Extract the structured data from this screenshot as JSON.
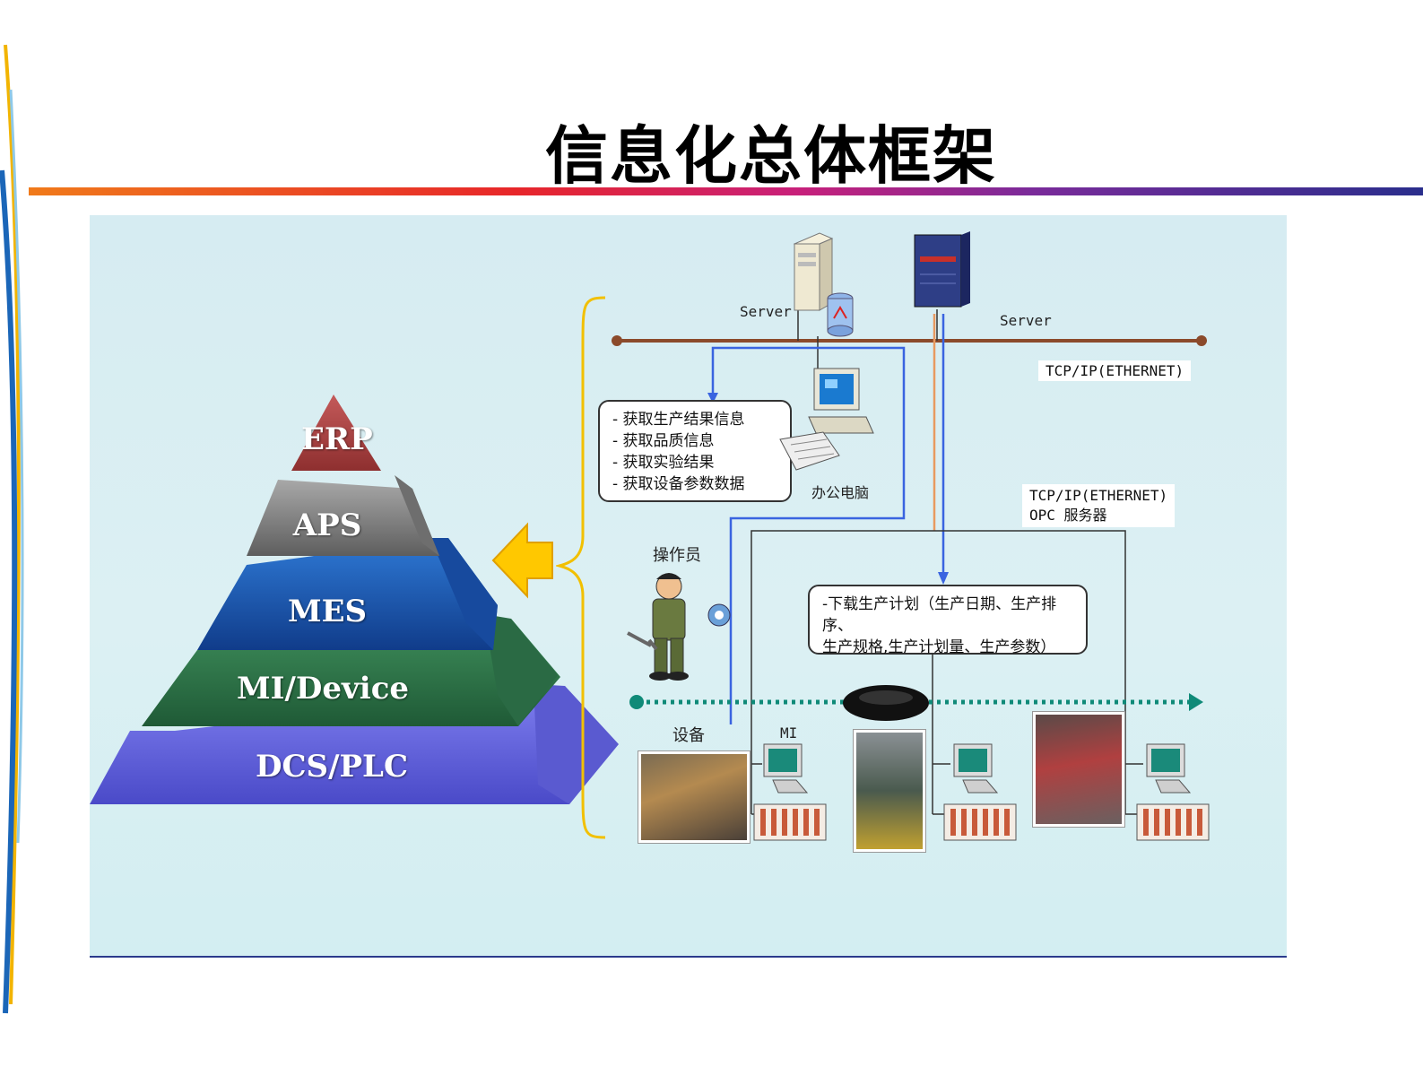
{
  "title": "信息化总体框架",
  "pyramid": {
    "levels": [
      "ERP",
      "APS",
      "MES",
      "MI/Device",
      "DCS/PLC"
    ],
    "colors": [
      "#b04848",
      "#8a8a8a",
      "#1f5fb8",
      "#2e7a4a",
      "#6a6ae0"
    ]
  },
  "network": {
    "server_left_label": "Server",
    "server_right_label": "Server",
    "tcp_ip_label": "TCP/IP(ETHERNET)",
    "opc_label_line1": "TCP/IP(ETHERNET)",
    "opc_label_line2": "OPC 服务器"
  },
  "info_box": {
    "items": [
      "- 获取生产结果信息",
      "- 获取品质信息",
      "- 获取实验结果",
      "- 获取设备参数数据"
    ]
  },
  "office_pc_label": "办公电脑",
  "operator_label": "操作员",
  "plan_box": {
    "line1": "-下载生产计划（生产日期、生产排序、",
    "line2": "生产规格,生产计划量、生产参数）"
  },
  "equipment_label": "设备",
  "mi_label": "MI",
  "icons": [
    "server-tower-icon",
    "database-icon",
    "mainframe-icon",
    "desktop-pc-icon",
    "keyboard-icon",
    "worker-icon",
    "wrench-icon",
    "gear-icon",
    "hub-icon",
    "monitor-icon",
    "plc-rack-icon",
    "arrow-left-icon"
  ]
}
